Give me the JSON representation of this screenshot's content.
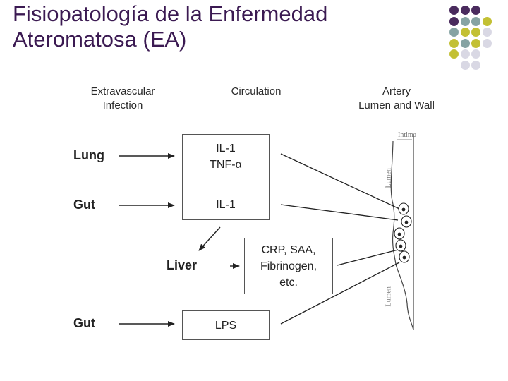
{
  "title": {
    "line1": "Fisiopatología de la Enfermedad",
    "line2": "Ateromatosa (EA)"
  },
  "headers": {
    "extravascular": [
      "Extravascular",
      "Infection"
    ],
    "circulation": "Circulation",
    "artery": [
      "Artery",
      "Lumen and Wall"
    ]
  },
  "sources": {
    "lung": "Lung",
    "gut1": "Gut",
    "liver": "Liver",
    "gut2": "Gut"
  },
  "boxes": {
    "cytokines": [
      "IL-1",
      "TNF-α"
    ],
    "il1": "IL-1",
    "acute_phase": [
      "CRP, SAA,",
      "Fibrinogen,",
      "etc."
    ],
    "lps": "LPS"
  },
  "artery_labels": {
    "intima": "Intima",
    "lumen_top": "Lumen",
    "lumen_bottom": "Lumen"
  },
  "decor": {
    "accent_colors": [
      "#4a2b5e",
      "#86a3a3",
      "#c3c034",
      "#d9d8e4"
    ]
  }
}
